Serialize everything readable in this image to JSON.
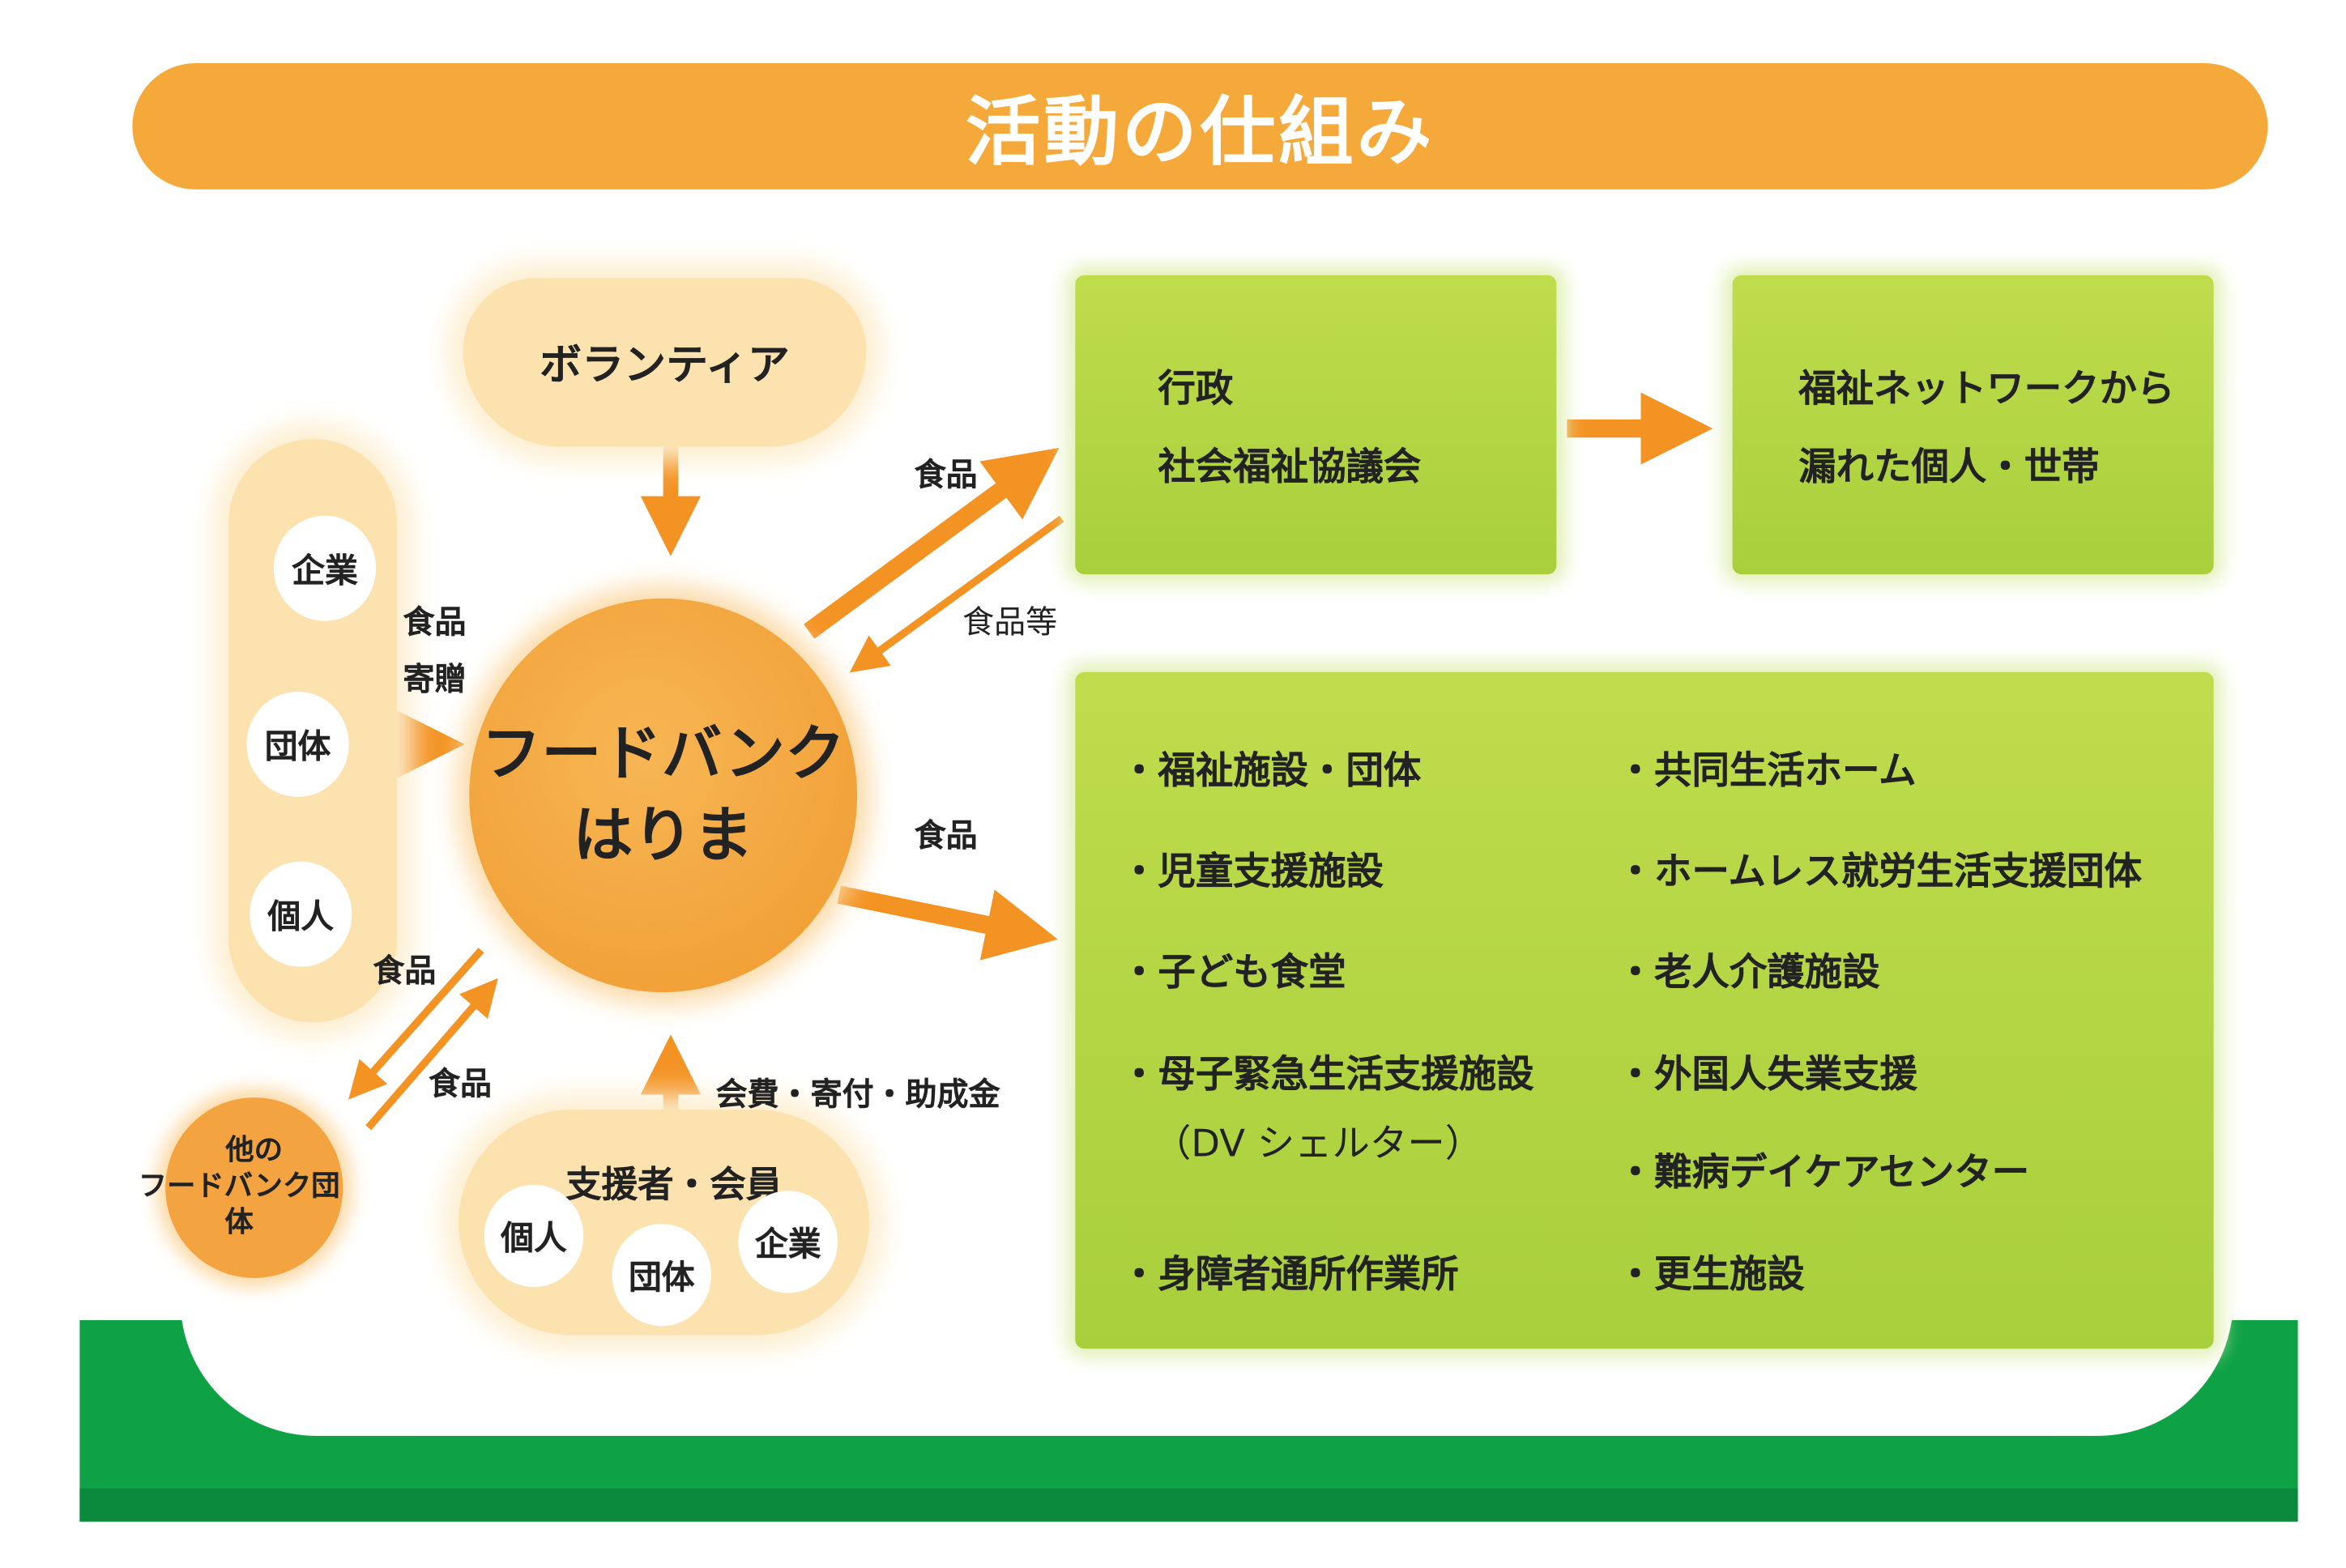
{
  "title": "活動の仕組み",
  "volunteer": "ボランティア",
  "donors": [
    "企業",
    "団体",
    "個人"
  ],
  "donation_label": [
    "食品",
    "寄贈"
  ],
  "center": [
    "フードバンク",
    "はりま"
  ],
  "other_foodbank": [
    "他の",
    "フードバンク団体"
  ],
  "other_labels": {
    "out": "食品",
    "in": "食品"
  },
  "supporters": {
    "title": "支援者・会員",
    "members": [
      "個人",
      "団体",
      "企業"
    ]
  },
  "funding_label": "会費・寄付・助成金",
  "gov_labels": {
    "to": "食品",
    "from": "食品等"
  },
  "facility_label": "食品",
  "gov_box": [
    "行政",
    "社会福祉協議会"
  ],
  "network_box": [
    "福祉ネットワークから",
    "漏れた個人・世帯"
  ],
  "facilities_left": [
    "・福祉施設・団体",
    "・児童支援施設",
    "・子ども食堂",
    "・母子緊急生活支援施設",
    "（DV シェルター）",
    "・身障者通所作業所"
  ],
  "facilities_right": [
    "・共同生活ホーム",
    "・ホームレス就労生活支援団体",
    "・老人介護施設",
    "・外国人失業支援",
    "・難病デイケアセンター",
    "・更生施設"
  ],
  "colors": {
    "orange": "#f6a93b",
    "green": "#0ea146",
    "lime": "#b5d645"
  }
}
